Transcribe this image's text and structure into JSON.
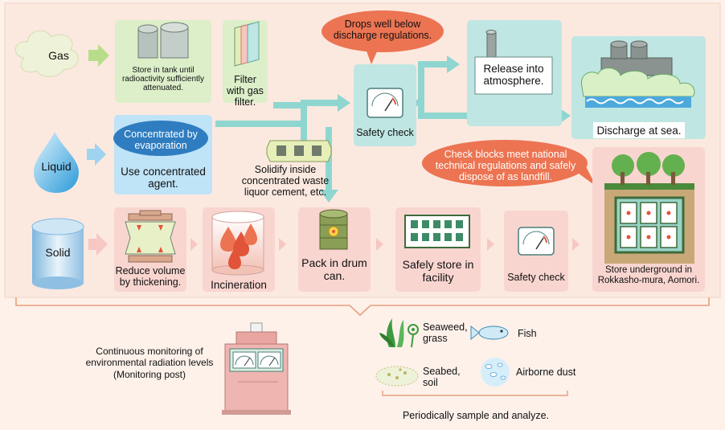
{
  "colors": {
    "background": "#fdf1ea",
    "gas_cards": "#dcefc9",
    "liquid_card": "#bfe3f7",
    "liquid_oval": "#2f7dc0",
    "solid_cards": "#f9d5d0",
    "discharge_cards": "#bfe6e3",
    "callout": "#ec7452",
    "flow_arrows": "#8fd6d0",
    "monitor_post": "#efb5b0"
  },
  "sources": {
    "gas": "Gas",
    "liquid": "Liquid",
    "solid": "Solid"
  },
  "gas_steps": {
    "tank_store": "Store in tank until radioactivity sufficiently attenuated.",
    "filter": "Filter with gas filter."
  },
  "liquid_steps": {
    "evaporation": "Concentrated by evaporation",
    "agent": "Use concentrated agent.",
    "solidify": "Solidify inside concentrated waste liquor cement, etc."
  },
  "discharge": {
    "callout": "Drops well below discharge regulations.",
    "safety_check": "Safety check",
    "release": "Release into atmosphere.",
    "sea": "Discharge at sea."
  },
  "solid_steps": {
    "reduce": "Reduce volume by thickening.",
    "incineration": "Incineration",
    "pack": "Pack in drum can.",
    "store_facility": "Safely store in facility",
    "safety_check": "Safety check",
    "underground": "Store underground in Rokkasho-mura, Aomori.",
    "landfill_callout": "Check blocks meet national technical regulations and safely dispose of as landfill."
  },
  "monitoring": {
    "post": "Continuous monitoring of environmental radiation levels (Monitoring post)",
    "seaweed": "Seaweed, grass",
    "fish": "Fish",
    "seabed": "Seabed, soil",
    "dust": "Airborne dust",
    "sample": "Periodically sample and analyze."
  }
}
